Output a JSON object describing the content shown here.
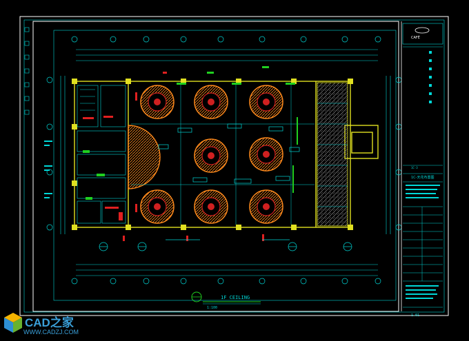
{
  "drawing": {
    "ceiling_title": "1F  CEILING",
    "ceiling_scale": "1:100",
    "section_tag": "1C-3",
    "title_block": {
      "logo_text": "CAFÉ",
      "drawing_name": "1C-天花布置图",
      "sheet_no": "1-01"
    }
  },
  "watermark": {
    "brand": "CAD之家",
    "url": "WWW.CADZJ.COM"
  },
  "colors": {
    "border": "#ffffff",
    "grid": "#00d8d8",
    "wall": "#e0e020",
    "tables": "#ff8a1c",
    "table_fill": "#d02020",
    "green": "#20d020",
    "red": "#e02020",
    "brand": "#3a9fd8"
  }
}
